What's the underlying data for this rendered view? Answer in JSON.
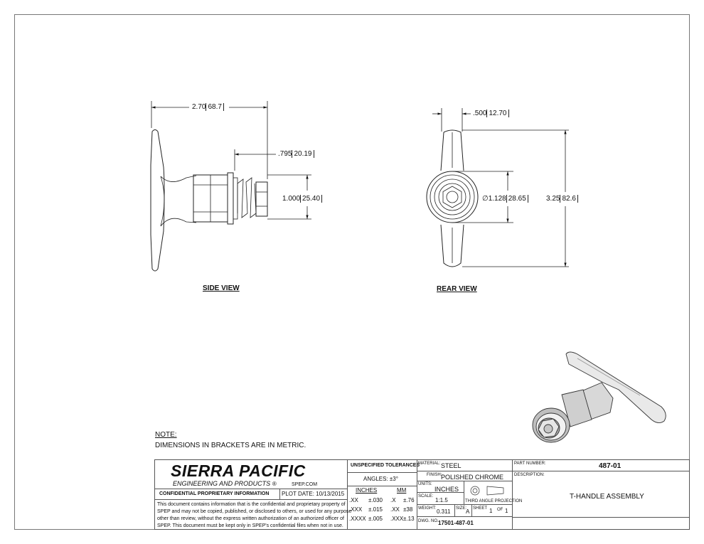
{
  "drawing": {
    "side_view": {
      "label": "SIDE VIEW",
      "dims": [
        {
          "inch": "2.70",
          "mm": "68.7"
        },
        {
          "inch": ".795",
          "mm": "20.19"
        },
        {
          "inch": "1.000",
          "mm": "25.40"
        }
      ]
    },
    "rear_view": {
      "label": "REAR VIEW",
      "dims": [
        {
          "inch": ".500",
          "mm": "12.70"
        },
        {
          "inch": "1.128",
          "mm": "28.65",
          "prefix": "∅"
        },
        {
          "inch": "3.25",
          "mm": "82.6"
        }
      ]
    },
    "note": {
      "heading": "NOTE:",
      "text": "DIMENSIONS IN BRACKETS ARE IN METRIC."
    }
  },
  "title_block": {
    "company": "SIERRA PACIFIC",
    "company_sub": "ENGINEERING AND PRODUCTS",
    "registered": "®",
    "website": "SPEP.COM",
    "confidential_heading": "CONFIDENTIAL PROPRIETARY INFORMATION",
    "plot_date_label": "PLOT DATE:",
    "plot_date": "10/13/2015",
    "confidential_text": [
      "This document contains information that is the confidential and proprietary property of",
      "SPEP and may not be copied, published, or disclosed to others, or used for any purpose",
      "other than review, without the express written authorization of an authorized officer of",
      "SPEP. This document must be kept only in SPEP's confidential files when not in use."
    ],
    "tolerances": {
      "heading": "UNSPECIFIED TOLERANCES",
      "angles": "ANGLES: ±3°",
      "inches_label": "INCHES",
      "mm_label": "MM",
      "rows": [
        {
          "in_fmt": ".XX",
          "in_tol": "±.030",
          "mm_fmt": ".X",
          "mm_tol": "±.76"
        },
        {
          "in_fmt": ".XXX",
          "in_tol": "±.015",
          "mm_fmt": ".XX",
          "mm_tol": "±38"
        },
        {
          "in_fmt": ".XXXX",
          "in_tol": "±.005",
          "mm_fmt": ".XXX",
          "mm_tol": "±.13"
        }
      ]
    },
    "material_label": "MATERIAL:",
    "material": "STEEL",
    "finish_label": "FINISH:",
    "finish": "POLISHED CHROME",
    "units_label": "UNITS:",
    "units": "INCHES",
    "projection_label": "THIRD ANGLE PROJECTION",
    "scale_label": "SCALE:",
    "scale": "1:1.5",
    "weight_label": "WEIGHT:",
    "weight": "0.311",
    "size_label": "SIZE:",
    "size": "A",
    "sheet_label": "SHEET",
    "sheet": "1",
    "of_label": "OF",
    "sheet_total": "1",
    "dwg_no_label": "DWG. NO.",
    "dwg_no": "17501-487-01",
    "part_number_label": "PART NUMBER:",
    "part_number": "487-01",
    "description_label": "DESCRIPTION:",
    "description": "T-HANDLE ASSEMBLY"
  }
}
